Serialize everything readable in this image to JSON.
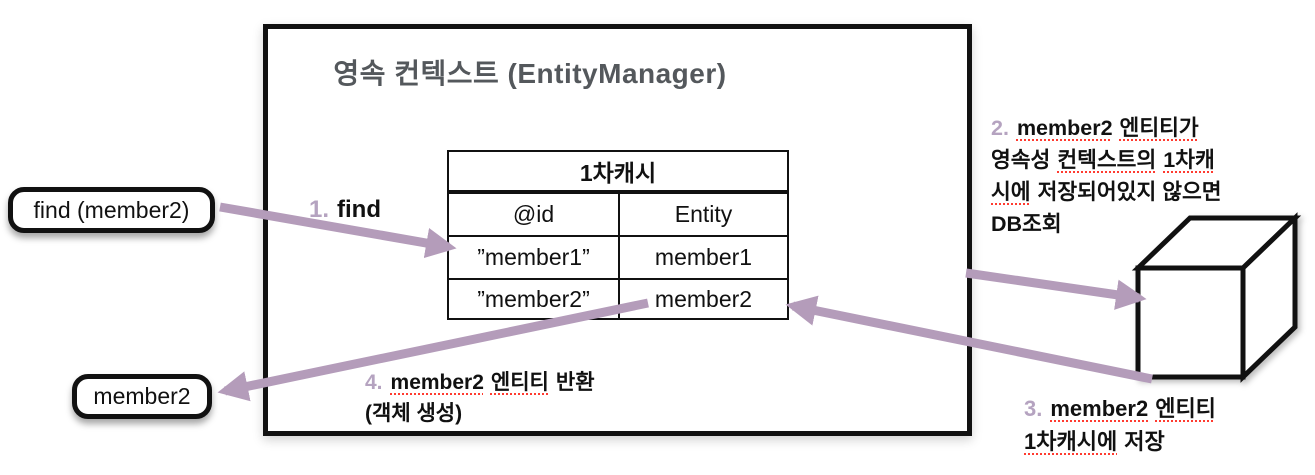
{
  "title": "영속 컨텍스트 (EntityManager)",
  "colors": {
    "accent": "#b49cba",
    "title_gray": "#54585c",
    "spellcheck_red": "#ff3b30"
  },
  "find_box": {
    "label": "find (member2)"
  },
  "member2_box": {
    "label": "member2"
  },
  "cache_table": {
    "header": "1차캐시",
    "columns": [
      "@id",
      "Entity"
    ],
    "rows": [
      [
        "”member1”",
        "member1"
      ],
      [
        "”member2”",
        "member2"
      ]
    ]
  },
  "db_cube": {
    "label": "DB"
  },
  "steps": {
    "s1": {
      "num": "1.",
      "label": "find"
    },
    "s2": {
      "num": "2.",
      "l1_u1": "member2",
      "l1_u2": "엔티티가",
      "l2_plain": "영속성",
      "l2_u1": "컨텍스트의",
      "l2_u2": "1차캐",
      "l3_u1": "시에",
      "l3_plain": "저장되어있지 않으면",
      "l4": "DB조회"
    },
    "s3": {
      "num": "3.",
      "l1_u1": "member2",
      "l1_u2": "엔티티",
      "l2_u1": "1차캐시에",
      "l2_plain": "저장"
    },
    "s4": {
      "num": "4.",
      "l1_u1": "member2",
      "l1_u2": "엔티티",
      "l1_plain": "반환",
      "line2": "(객체 생성)"
    }
  }
}
